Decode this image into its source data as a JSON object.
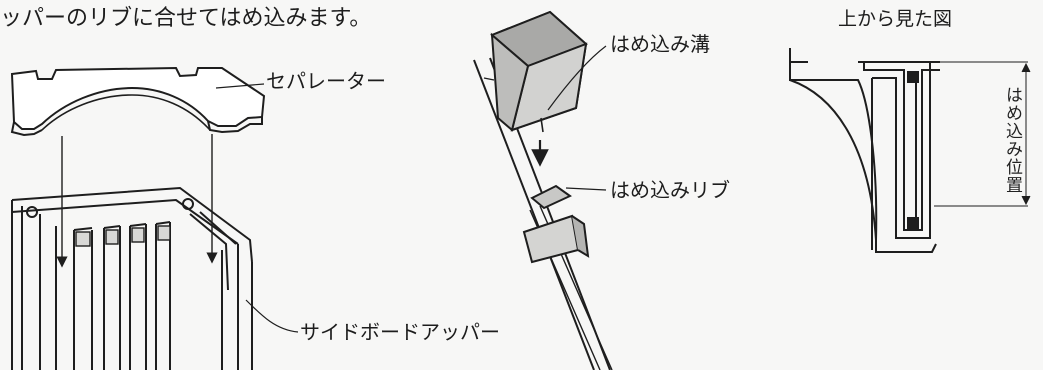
{
  "intro_text": "ッパーのリブに合せてはめ込みます。",
  "top_view_title": "上から見た図",
  "labels": {
    "separator": "セパレーター",
    "groove": "はめ込み溝",
    "rib": "はめ込みリブ",
    "side_board_upper": "サイドボードアッパー",
    "fit_position": "はめ込み位置"
  },
  "colors": {
    "line": "#1e1e1e",
    "gray_fill": "#d8d8d6",
    "dark_fill": "#9a9a98",
    "paper": "#f7f7f6"
  }
}
